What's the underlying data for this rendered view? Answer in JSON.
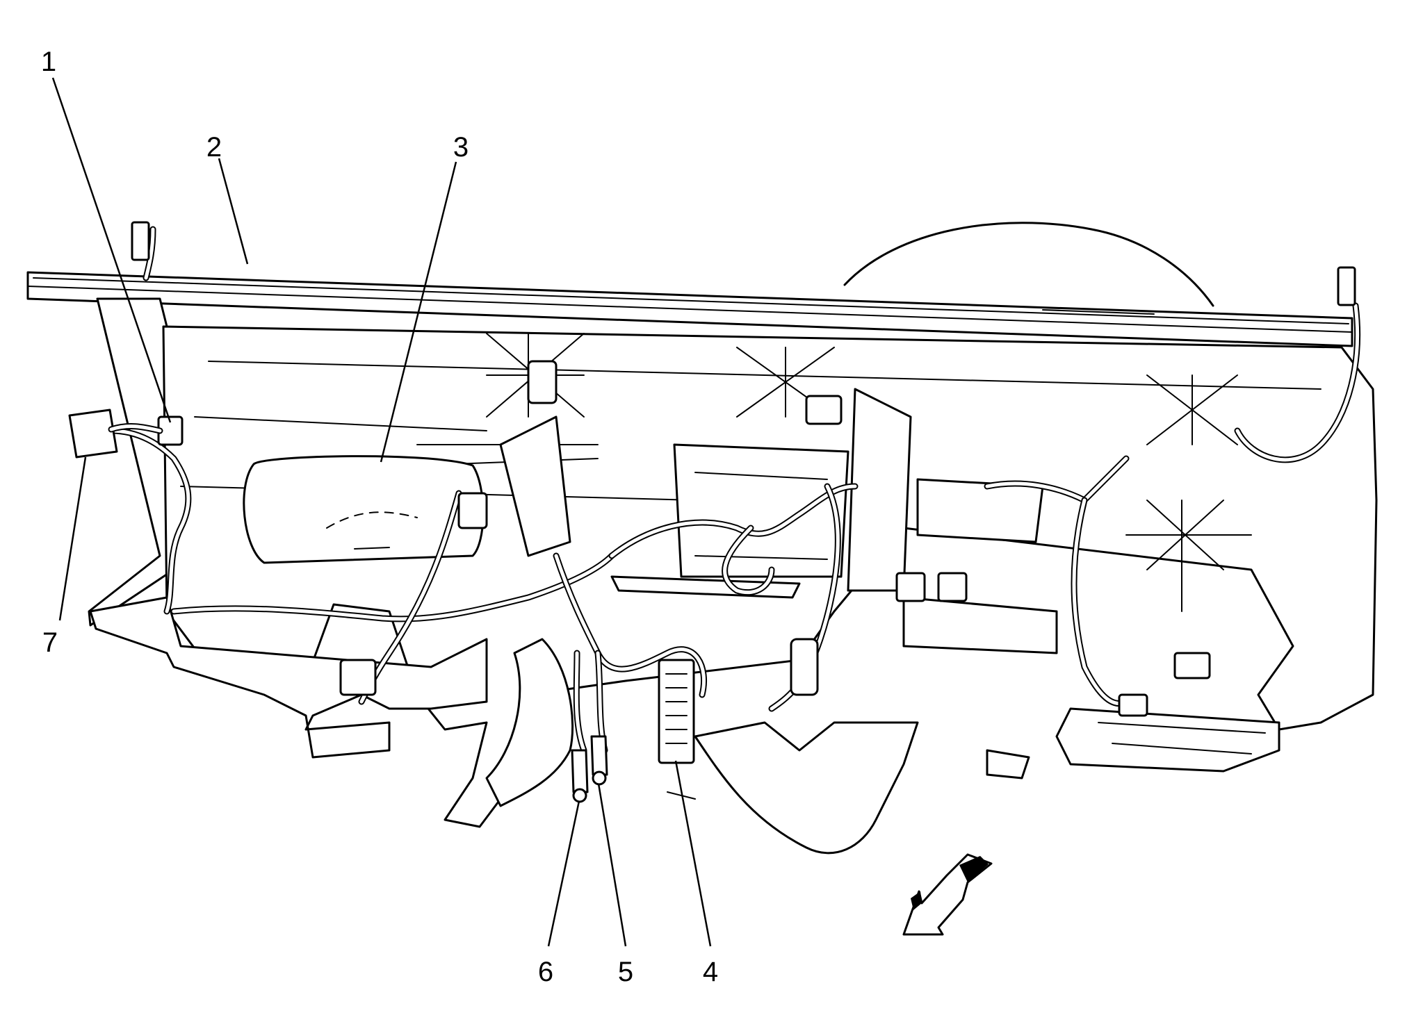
{
  "diagram": {
    "callouts": [
      {
        "id": "1",
        "label": "1"
      },
      {
        "id": "2",
        "label": "2"
      },
      {
        "id": "3",
        "label": "3"
      },
      {
        "id": "4",
        "label": "4"
      },
      {
        "id": "5",
        "label": "5"
      },
      {
        "id": "6",
        "label": "6"
      },
      {
        "id": "7",
        "label": "7"
      }
    ],
    "direction_arrow": {
      "icon": "forward-direction-arrow-icon"
    }
  }
}
